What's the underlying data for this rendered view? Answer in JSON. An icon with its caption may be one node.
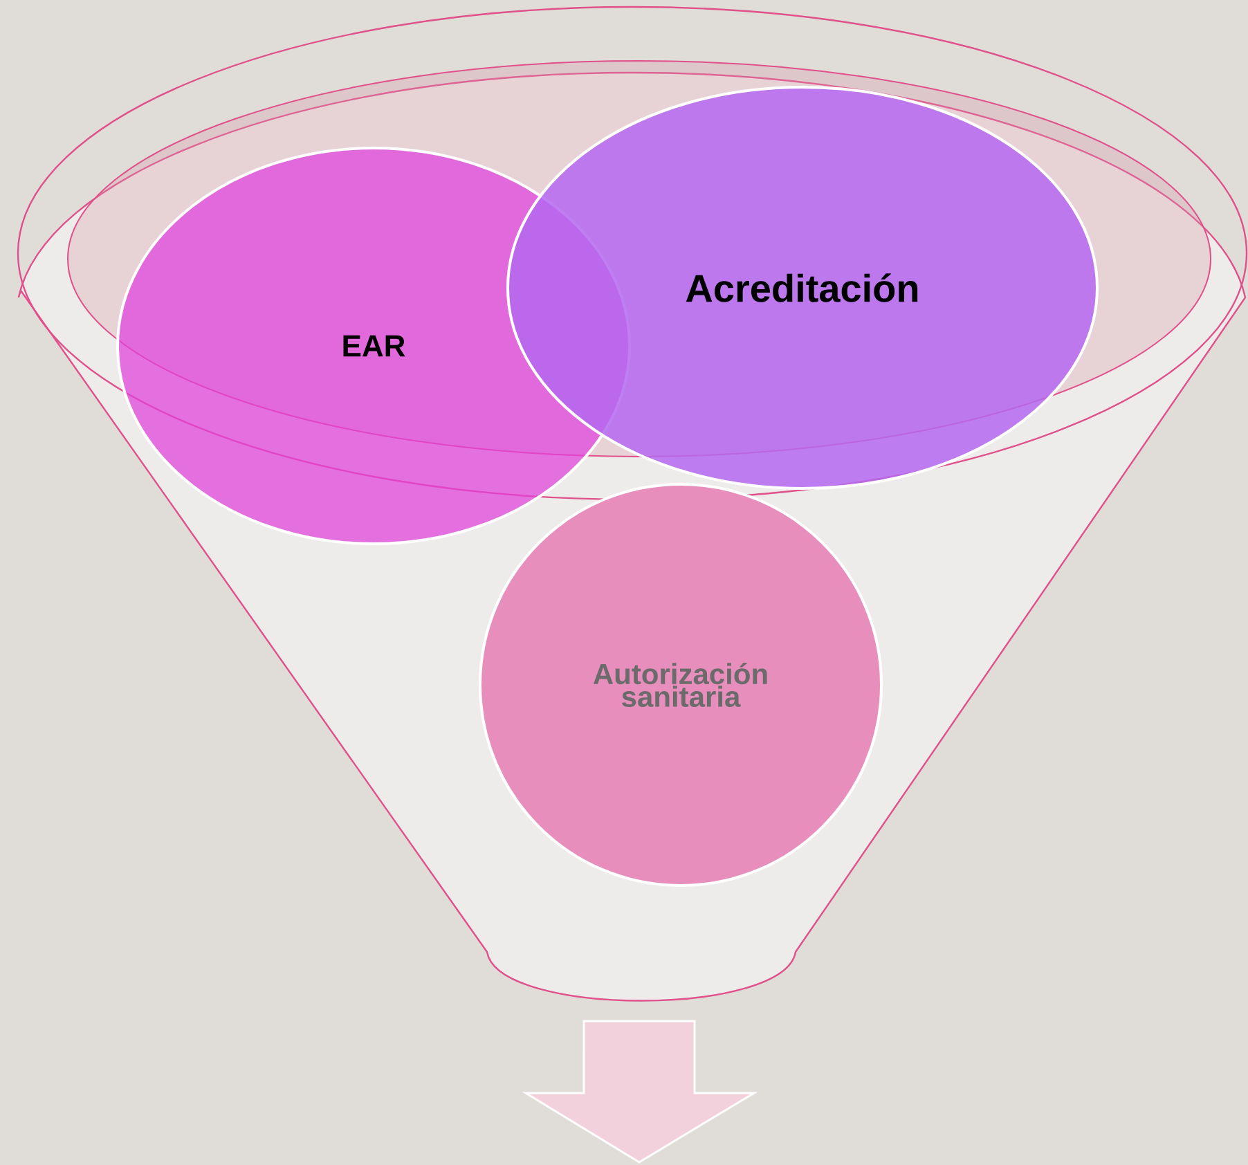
{
  "diagram": {
    "nodes": [
      {
        "text": [
          "EAR"
        ]
      },
      {
        "text": [
          "Acreditación"
        ]
      },
      {
        "text": [
          "Autorización sanitaria"
        ]
      }
    ]
  }
}
